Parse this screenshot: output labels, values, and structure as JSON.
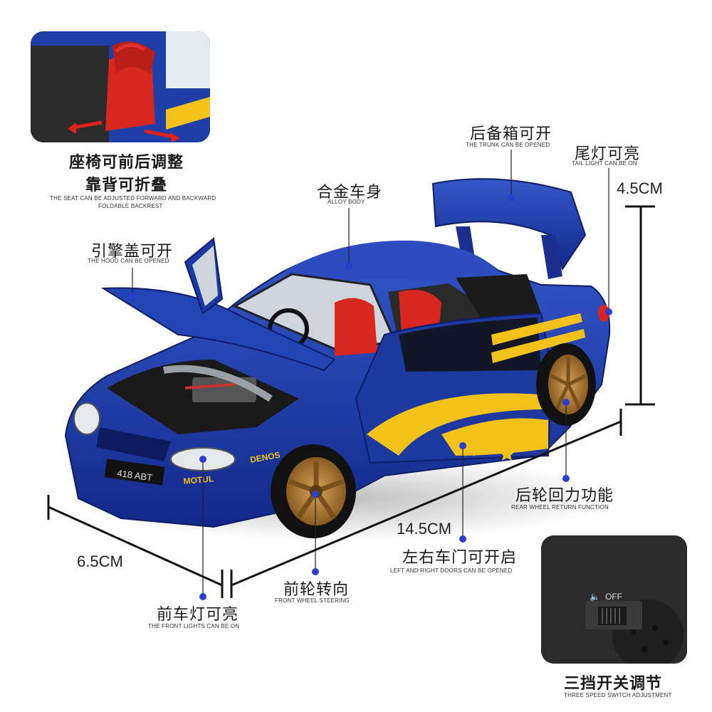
{
  "callouts": {
    "seat": {
      "cn1": "座椅可前后调整",
      "cn2": "靠背可折叠",
      "en1": "THE SEAT CAN BE ADJUSTED FORWARD AND BACKWARD",
      "en2": "FOLDABLE BACKREST"
    },
    "trunk": {
      "cn": "后备箱可开",
      "en": "THE TRUNK CAN BE OPENED"
    },
    "tail": {
      "cn": "尾灯可亮",
      "en": "TAIL LIGHT CAN BE ON"
    },
    "body": {
      "cn": "合金车身",
      "en": "ALLOY BODY"
    },
    "hood": {
      "cn": "引擎盖可开",
      "en": "THE HOOD CAN BE OPENED"
    },
    "rear_wheel": {
      "cn": "后轮回力功能",
      "en": "REAR WHEEL RETURN FUNCTION"
    },
    "doors": {
      "cn": "左右车门可开启",
      "en": "LEFT AND RIGHT DOORS  CAN BE OPENED"
    },
    "front_wheel": {
      "cn": "前轮转向",
      "en": "FRONT WHEEL STEERING"
    },
    "front_light": {
      "cn": "前车灯可亮",
      "en": "THE FRONT LIGHTS CAN BE ON"
    },
    "switch": {
      "cn": "三挡开关调节",
      "en": "THREE SPEED SWITCH ADJUSTMENT"
    }
  },
  "dimensions": {
    "height": "4.5CM",
    "length": "14.5CM",
    "width": "6.5CM"
  },
  "car_text": {
    "plate": "418 ABT",
    "denos": "DENOS",
    "motul": "MOTUL",
    "switch_label": "OFF"
  },
  "colors": {
    "body_blue": "#1f3fa8",
    "stripe_yellow": "#f2c21a",
    "wheel_bronze": "#b8863a",
    "interior_red": "#d8271f",
    "dot_blue": "#2a3fd0"
  }
}
